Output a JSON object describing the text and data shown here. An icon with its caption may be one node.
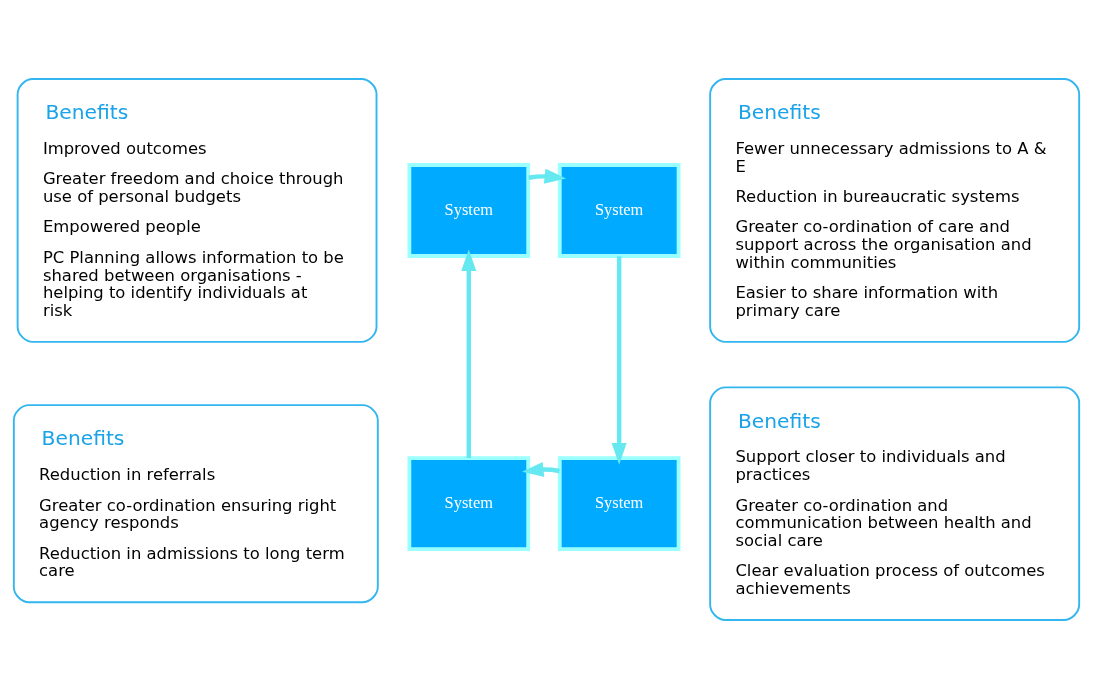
{
  "diagram": {
    "nodes": [
      {
        "text": [
          "Benefits",
          "Improved outcomes",
          "Greater freedom and choice through use of personal budgets",
          "Empowered people",
          "PC Planning allows information to be shared between organisations - helping to identify individuals at risk"
        ]
      },
      {
        "text": [
          "Benefits",
          "Fewer unnecessary admissions to A & E",
          "Reduction in bureaucratic systems",
          "Greater co-ordination of care and support across the organisation and within communities",
          "Easier to share information with primary care"
        ]
      },
      {
        "text": [
          "System"
        ]
      },
      {
        "text": [
          "System"
        ]
      },
      {
        "text": [
          "System"
        ]
      },
      {
        "text": [
          "System"
        ]
      },
      {
        "text": [
          "Benefits",
          "Reduction in referrals",
          "Greater co-ordination ensuring right agency responds",
          "Reduction in admissions to long term care"
        ]
      },
      {
        "text": [
          "Benefits",
          "Support closer to individuals and practices",
          "Greater co-ordination and communication between health and social care",
          "Clear evaluation process of outcomes achievements"
        ]
      }
    ],
    "edges": [
      {
        "from": 2,
        "to": 3,
        "arrow": "to"
      },
      {
        "from": 3,
        "to": 5,
        "arrow": "to"
      },
      {
        "from": 5,
        "to": 4,
        "arrow": "to"
      },
      {
        "from": 4,
        "to": 2,
        "arrow": "to"
      }
    ]
  }
}
